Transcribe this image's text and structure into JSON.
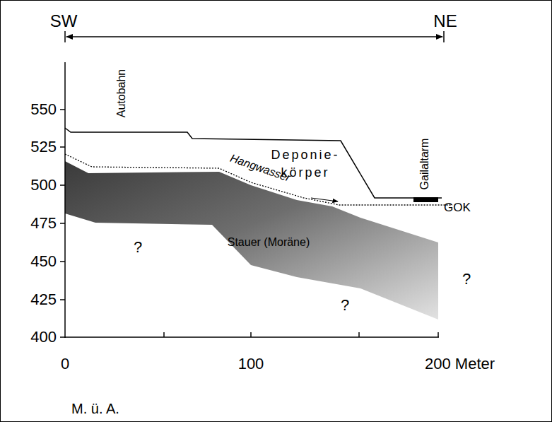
{
  "diagram": {
    "labels": [
      "SW",
      "NE",
      "550",
      "525",
      "500",
      "475",
      "450",
      "425",
      "400",
      "Autobahn",
      "Deponie- körper",
      "Hangwasser",
      "Gailaltarm",
      "GOK",
      "?",
      "Stauer (Moräne)",
      "?",
      "?",
      "0",
      "100",
      "200 Meter",
      "M. ü. A."
    ]
  }
}
